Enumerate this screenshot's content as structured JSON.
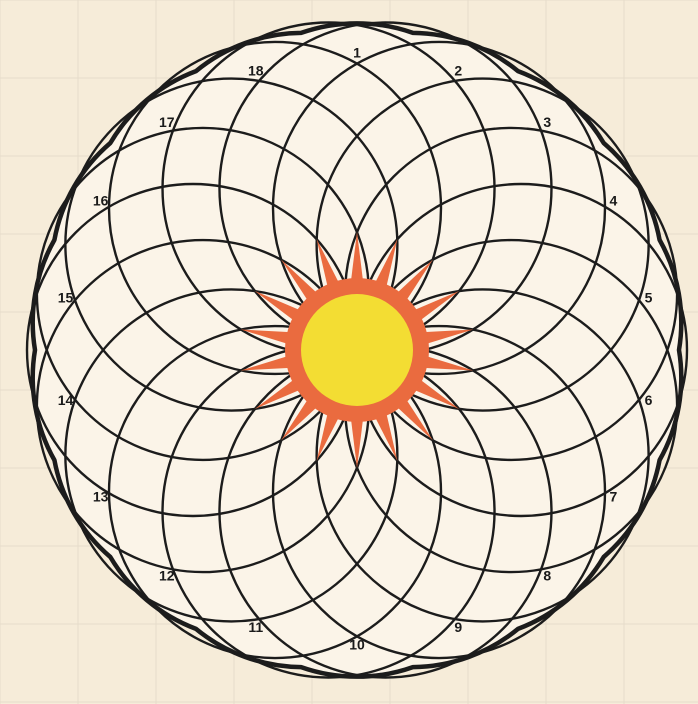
{
  "petal_count": 18,
  "petal_labels": [
    "1",
    "2",
    "3",
    "4",
    "5",
    "6",
    "7",
    "8",
    "9",
    "10",
    "11",
    "12",
    "13",
    "14",
    "15",
    "16",
    "17",
    "18"
  ],
  "sun_ray_count": 18,
  "colors": {
    "background": "#f6ecd9",
    "grid_lines": "#e6dccb",
    "petal_stroke": "#1c1c1c",
    "petal_fill": "#fbf4e8",
    "sun_rays": "#ea6b3f",
    "sun_core": "#f3dd33"
  }
}
